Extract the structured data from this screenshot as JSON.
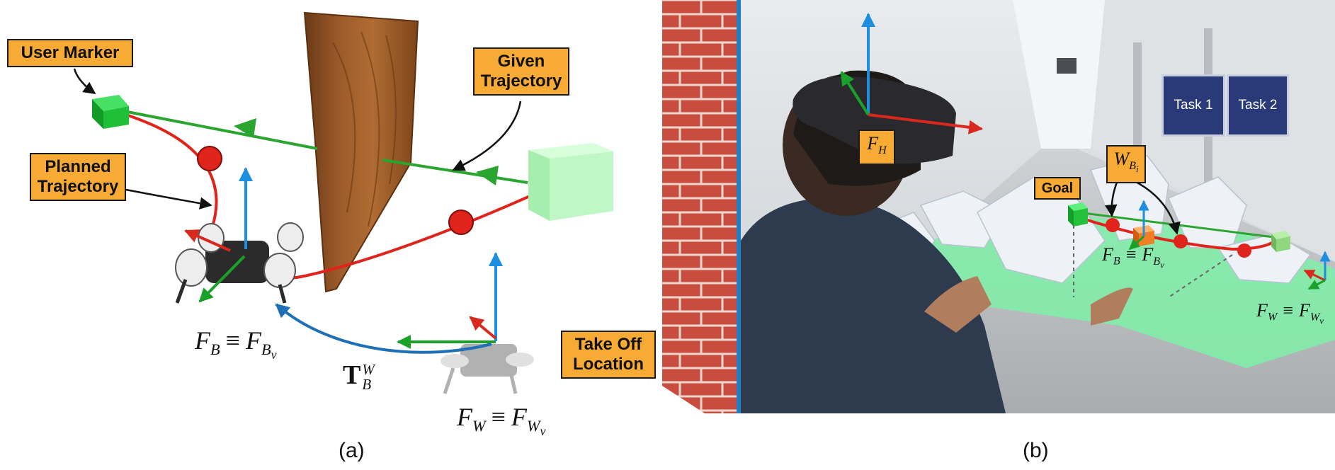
{
  "panel_a": {
    "caption": "(a)",
    "callouts": {
      "user_marker": "User Marker",
      "given_trajectory": [
        "Given",
        "Trajectory"
      ],
      "planned_trajectory": [
        "Planned",
        "Trajectory"
      ],
      "take_off_location": [
        "Take Off",
        "Location"
      ]
    },
    "frames": {
      "body": {
        "left": "F",
        "left_sub": "B",
        "rel": "≡",
        "right": "F",
        "right_sub": "B",
        "right_subsub": "v"
      },
      "world": {
        "left": "F",
        "left_sub": "W",
        "rel": "≡",
        "right": "F",
        "right_sub": "W",
        "right_subsub": "v"
      },
      "transform": {
        "symbol": "T",
        "sup": "W",
        "sub": "B"
      }
    }
  },
  "panel_b": {
    "caption": "(b)",
    "callouts": {
      "headset_frame": {
        "symbol": "F",
        "sub": "H"
      },
      "waypoint": {
        "symbol": "W",
        "sub": "B",
        "subsub": "i"
      },
      "goal": "Goal"
    },
    "frames": {
      "body": {
        "left": "F",
        "left_sub": "B",
        "rel": "≡",
        "right": "F",
        "right_sub": "B",
        "right_subsub": "v"
      },
      "world": {
        "left": "F",
        "left_sub": "W",
        "rel": "≡",
        "right": "F",
        "right_sub": "W",
        "right_subsub": "v"
      }
    },
    "task_buttons": [
      "Task 1",
      "Task 2"
    ]
  },
  "colors": {
    "callout_fill": "#f7ab35",
    "axis_x": "#d9281e",
    "axis_y": "#1aa12a",
    "axis_z": "#1c8fe0",
    "planned_path": "#e0231b",
    "given_path": "#2aa52f",
    "transform_arrow": "#1d6fb8",
    "goal_marker": "#22c33a",
    "user_marker": "#19b830",
    "task_panel": "#2a3a78",
    "brick": "#c64a3c",
    "floor_overlay": "#7ff0a8"
  }
}
